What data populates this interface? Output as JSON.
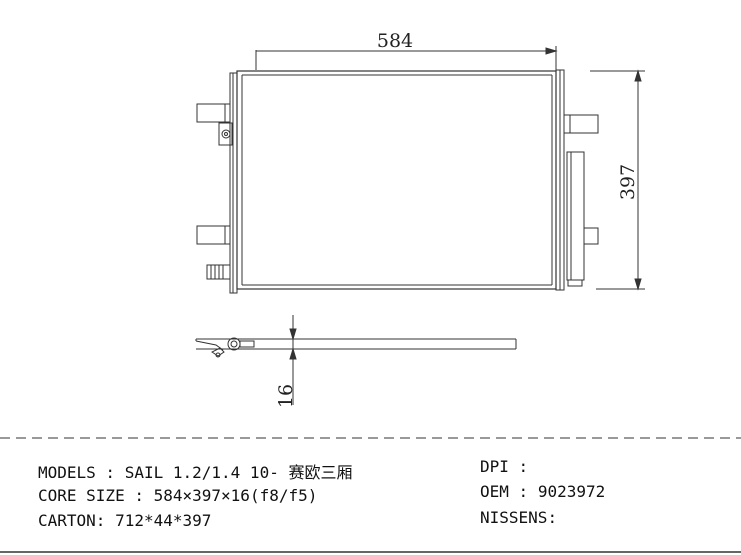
{
  "dimensions": {
    "width_label": "584",
    "height_label": "397",
    "depth_label": "16"
  },
  "specs": {
    "models_label": "MODELS",
    "models_value": "SAIL 1.2/1.4 10- 赛欧三厢",
    "core_size_label": "CORE SIZE",
    "core_size_value": "584×397×16(f8/f5)",
    "carton_label": "CARTON",
    "carton_value": "712*44*397",
    "dpi_label": "DPI",
    "dpi_value": "",
    "oem_label": "OEM",
    "oem_value": "9023972",
    "nissens_label": "NISSENS",
    "nissens_value": ""
  }
}
